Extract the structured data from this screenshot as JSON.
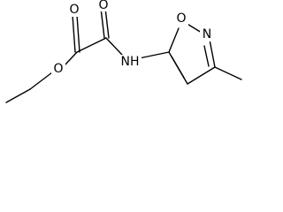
{
  "structure": {
    "atoms": {
      "carbonyl_oxygen_ester": "O",
      "carbonyl_oxygen_amide": "O",
      "ester_oxygen": "O",
      "amide_nitrogen": "NH",
      "ring_oxygen": "O",
      "ring_nitrogen": "N"
    }
  }
}
